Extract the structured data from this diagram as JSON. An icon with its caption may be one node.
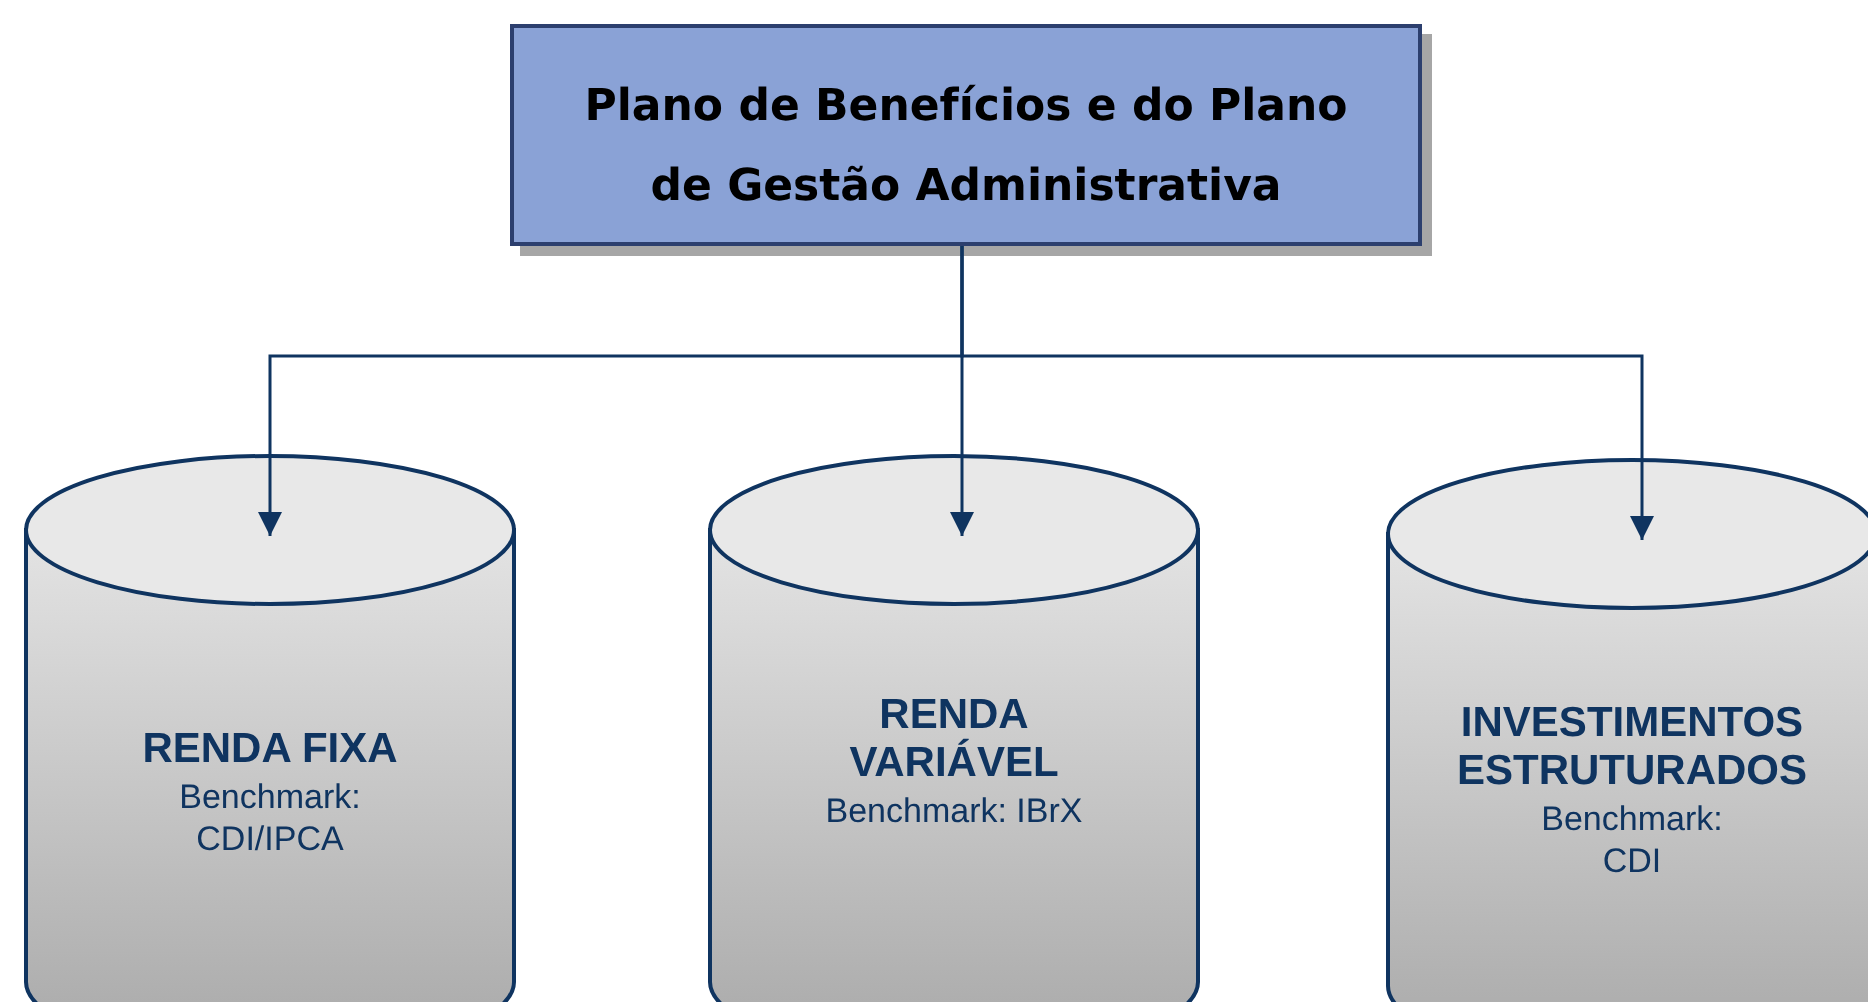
{
  "diagram": {
    "nodes": [
      {
        "text": [
          "Plano de Benefícios e do Plano de Gestão Administrativa"
        ]
      },
      {
        "text": [
          "RENDA FIXA",
          "Benchmark: CDI/IPCA"
        ]
      },
      {
        "text": [
          "RENDA VARIÁVEL",
          "Benchmark: IBrX"
        ]
      },
      {
        "text": [
          "INVESTIMENTOS ESTRUTURADOS",
          "Benchmark: CDI"
        ]
      }
    ],
    "edges": [
      {
        "from": 0,
        "to": 1,
        "arrow": "to"
      },
      {
        "from": 0,
        "to": 2,
        "arrow": "to"
      },
      {
        "from": 0,
        "to": 3,
        "arrow": "to"
      }
    ]
  }
}
